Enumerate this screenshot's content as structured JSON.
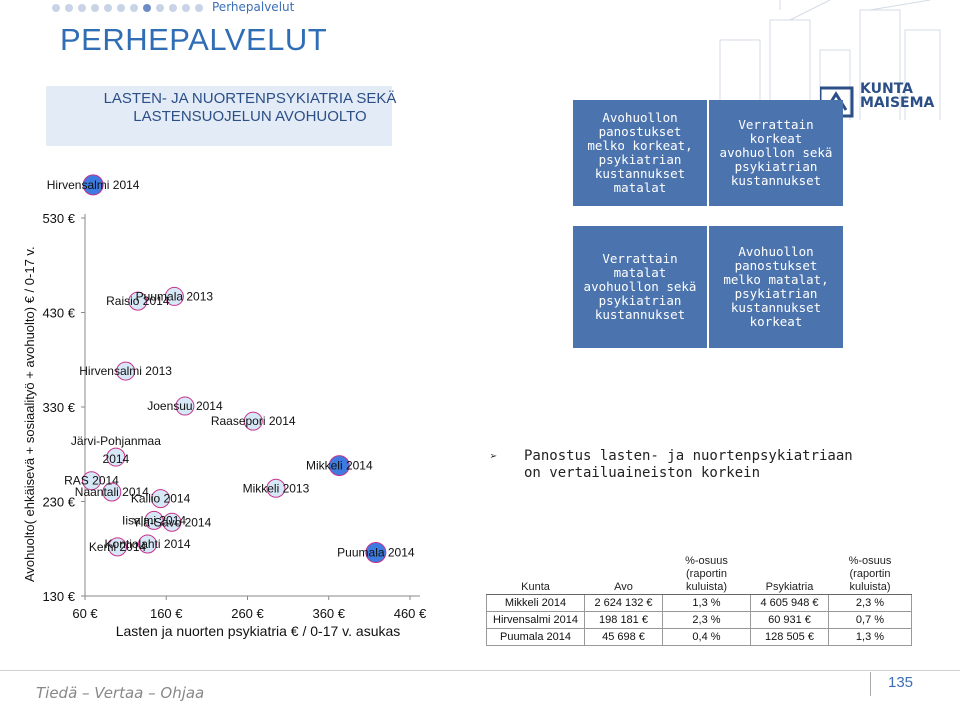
{
  "header": {
    "breadcrumb": "Perhepalvelut",
    "title": "PERHEPALVELUT"
  },
  "logo": {
    "line1": "KUNTA",
    "line2": "MAISEMA"
  },
  "chart_data": {
    "type": "scatter",
    "title": "LASTEN- JA NUORTENPSYKIATRIA SEKÄ LASTENSUOJELUN AVOHUOLTO",
    "xlabel": "Lasten ja nuorten psykiatria € / 0-17 v. asukas",
    "ylabel": "Avohuolto( ehkäisevä + sosiaalityö + avohuolto) € / 0-17 v.",
    "xlim": [
      60,
      460
    ],
    "ylim": [
      130,
      530
    ],
    "x_ticks": [
      "60 €",
      "160 €",
      "260 €",
      "360 €",
      "460 €"
    ],
    "y_ticks": [
      "130 €",
      "230 €",
      "330 €",
      "430 €",
      "530 €"
    ],
    "grid": false,
    "points": [
      {
        "label": "Hirvensalmi 2014",
        "x": 70,
        "y": 565,
        "highlight": true
      },
      {
        "label": "Raisio 2014",
        "x": 125,
        "y": 442
      },
      {
        "label": "Puumala 2013",
        "x": 170,
        "y": 447
      },
      {
        "label": "Hirvensalmi 2013",
        "x": 110,
        "y": 368
      },
      {
        "label": "Joensuu 2014",
        "x": 183,
        "y": 331
      },
      {
        "label": "Raasepori 2014",
        "x": 267,
        "y": 315
      },
      {
        "label": "Järvi-Pohjanmaa 2014",
        "x": 98,
        "y": 277
      },
      {
        "label": "RAS 2014",
        "x": 68,
        "y": 252
      },
      {
        "label": "Naantali 2014",
        "x": 93,
        "y": 240
      },
      {
        "label": "Kallio 2014",
        "x": 153,
        "y": 233
      },
      {
        "label": "Mikkeli 2014",
        "x": 373,
        "y": 268,
        "highlight": true
      },
      {
        "label": "Mikkeli 2013",
        "x": 295,
        "y": 244
      },
      {
        "label": "Iisalmi 2014",
        "x": 145,
        "y": 210
      },
      {
        "label": "Ylä-Savo 2014",
        "x": 167,
        "y": 208
      },
      {
        "label": "Kemi 2014",
        "x": 100,
        "y": 182
      },
      {
        "label": "Kontiolahti 2014",
        "x": 137,
        "y": 185
      },
      {
        "label": "Puumala 2014",
        "x": 418,
        "y": 176,
        "highlight": true
      }
    ]
  },
  "quadrants": {
    "top_left": "Avohuollon panostukset melko korkeat, psykiatrian kustannukset matalat",
    "top_right": "Verrattain korkeat avohuollon sekä psykiatrian kustannukset",
    "bottom_left": "Verrattain matalat avohuollon sekä psykiatrian kustannukset",
    "bottom_right": "Avohuollon panostukset melko matalat, psykiatrian kustannukset korkeat"
  },
  "bullet": {
    "arrow": "➢",
    "text": "Panostus lasten- ja nuortenpsykiatriaan on vertailuaineiston korkein"
  },
  "table": {
    "headers": [
      "Kunta",
      "Avo",
      "%-osuus (raportin kuluista)",
      "Psykiatria",
      "%-osuus (raportin kuluista)"
    ],
    "rows": [
      [
        "Mikkeli 2014",
        "2 624 132 €",
        "1,3 %",
        "4 605 948 €",
        "2,3 %"
      ],
      [
        "Hirvensalmi 2014",
        "198 181 €",
        "2,3 %",
        "60 931 €",
        "0,7 %"
      ],
      [
        "Puumala 2014",
        "45 698 €",
        "0,4 %",
        "128 505 €",
        "1,3 %"
      ]
    ]
  },
  "footer": {
    "slogan": "Tiedä – Vertaa – Ohjaa",
    "page": "135"
  },
  "colors": {
    "accent": "#2f6db5",
    "quadrant": "#4b73ae",
    "bubble_normal": "#cfe3f4",
    "bubble_highlight": "#3d7be0",
    "bubble_stroke": "#c8328c"
  }
}
